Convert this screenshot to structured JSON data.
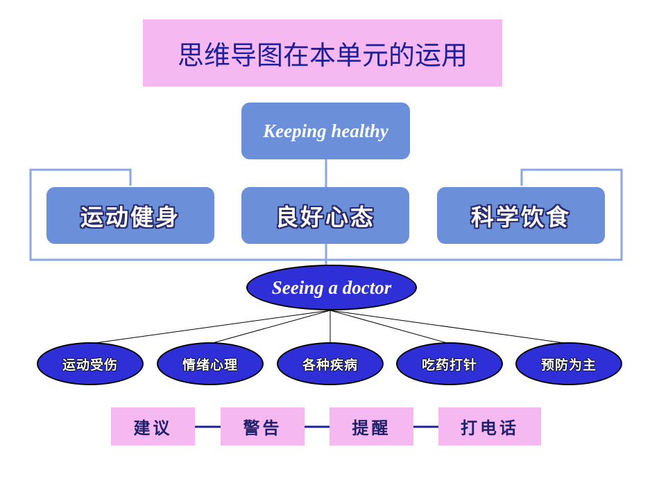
{
  "title": "思维导图在本单元的运用",
  "root": "Keeping healthy",
  "categories": [
    "运动健身",
    "良好心态",
    "科学饮食"
  ],
  "hub": "Seeing a doctor",
  "leaves": [
    "运动受伤",
    "情绪心理",
    "各种疾病",
    "吃药打针",
    "预防为主"
  ],
  "steps": [
    "建议",
    "警告",
    "提醒",
    "打电话"
  ],
  "colors": {
    "title_bg": "#f5b8f0",
    "box_blue": "#6b8fd8",
    "ellipse_blue": "#2f2fd8",
    "connector_blue": "#8aa6e6",
    "step_line": "#1f1f9a"
  }
}
